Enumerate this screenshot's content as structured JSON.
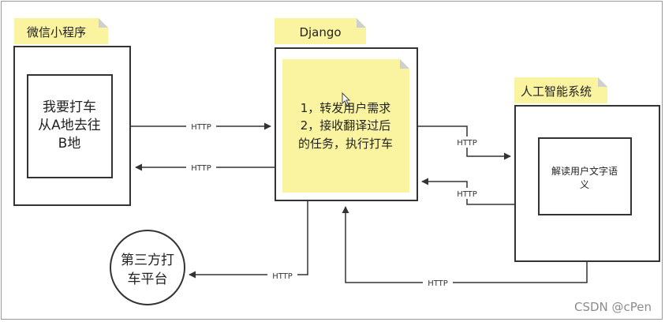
{
  "diagram": {
    "wechat": {
      "title": "微信小程序",
      "inner_lines": [
        "我要打车",
        "从A地去往",
        "B地"
      ]
    },
    "django": {
      "title": "Django",
      "inner_lines": [
        "1，转发用户需求",
        "2，接收翻译过后",
        "的任务，执行打车"
      ]
    },
    "ai": {
      "title": "人工智能系统",
      "inner_lines": [
        "解读用户文字语",
        "义"
      ]
    },
    "platform": {
      "lines": [
        "第三方打",
        "车平台"
      ]
    },
    "edges": {
      "wechat_to_django": "HTTP",
      "django_to_wechat": "HTTP",
      "django_to_ai": "HTTP",
      "ai_to_django": "HTTP",
      "django_to_platform": "HTTP",
      "ai_to_django_bottom": "HTTP"
    },
    "watermark": "CSDN @cPen",
    "colors": {
      "note_fill": "#faf4a0",
      "note_fold": "#cfcfcf",
      "line": "#333333"
    }
  }
}
